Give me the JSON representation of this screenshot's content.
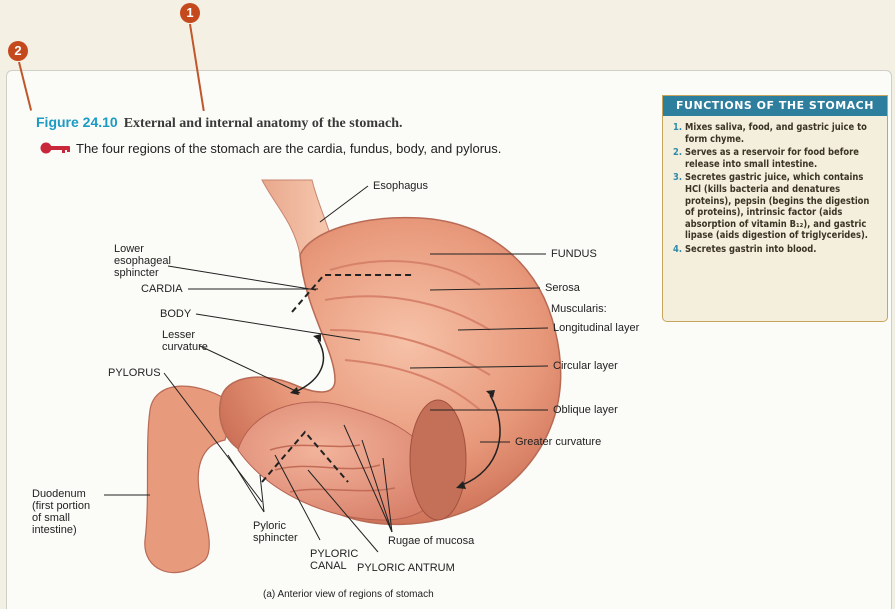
{
  "callouts": {
    "one": "1",
    "two": "2"
  },
  "figure": {
    "number": "Figure 24.10",
    "title": "External and internal anatomy of the stomach.",
    "summary": "The four regions of the stomach are the cardia, fundus, body, and pylorus.",
    "caption": "(a) Anterior view of regions of stomach"
  },
  "sidebar": {
    "heading": "FUNCTIONS OF THE STOMACH",
    "items": [
      {
        "n": "1.",
        "text": "Mixes saliva, food, and gastric juice to form chyme."
      },
      {
        "n": "2.",
        "text": "Serves as a reservoir for food before release into small intestine."
      },
      {
        "n": "3.",
        "text": "Secretes gastric juice, which contains HCl (kills bacteria and denatures proteins), pepsin (begins the digestion of proteins), intrinsic factor (aids absorption of vitamin B₁₂), and gastric lipase (aids digestion of triglycerides)."
      },
      {
        "n": "4.",
        "text": "Secretes gastrin into blood."
      }
    ]
  },
  "labels": {
    "esophagus": "Esophagus",
    "fundus": "FUNDUS",
    "serosa": "Serosa",
    "muscularis": "Muscularis:",
    "longitudinal": "Longitudinal layer",
    "circular": "Circular layer",
    "oblique": "Oblique layer",
    "greater_curvature": "Greater curvature",
    "lower_esophageal": "Lower\nesophageal\nsphincter",
    "cardia": "CARDIA",
    "body": "BODY",
    "lesser_curvature": "Lesser\ncurvature",
    "pylorus": "PYLORUS",
    "duodenum": "Duodenum\n(first portion\nof small\nintestine)",
    "pyloric_sphincter": "Pyloric\nsphincter",
    "pyloric_canal": "PYLORIC\nCANAL",
    "rugae": "Rugae of mucosa",
    "pyloric_antrum": "PYLORIC ANTRUM"
  },
  "colors": {
    "accent": "#1a9bc4",
    "callout": "#c44a1e",
    "sidebar_head": "#2e7e9e",
    "tissue": "#e69a7c"
  }
}
